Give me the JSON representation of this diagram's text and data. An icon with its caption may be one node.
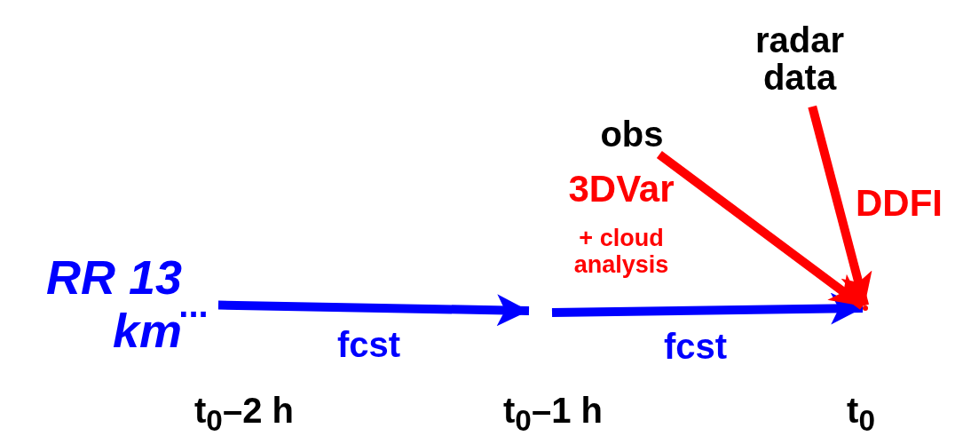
{
  "diagram": {
    "nodes": [
      {
        "text": [
          "..."
        ]
      },
      {
        "text": [
          "obs"
        ]
      },
      {
        "text": [
          "radar data"
        ]
      },
      {
        "text": [],
        "shape": "point"
      }
    ],
    "edges": [
      {
        "from": 0,
        "to": null,
        "arrow": "to",
        "label": "fcst",
        "color": "#0000ff"
      },
      {
        "from": null,
        "to": 3,
        "arrow": "to",
        "label": "fcst",
        "color": "#0000ff"
      },
      {
        "from": 1,
        "to": 3,
        "arrow": "to",
        "color": "#ff0000"
      },
      {
        "from": 2,
        "to": 3,
        "arrow": "to",
        "color": "#ff0000"
      }
    ],
    "labels": [
      "RR 13 km",
      "3DVar",
      "+ cloud analysis",
      "DDFI",
      "t$_{0}$–2 h",
      "t$_{0}$–1 h",
      "t$_{0}$"
    ]
  }
}
